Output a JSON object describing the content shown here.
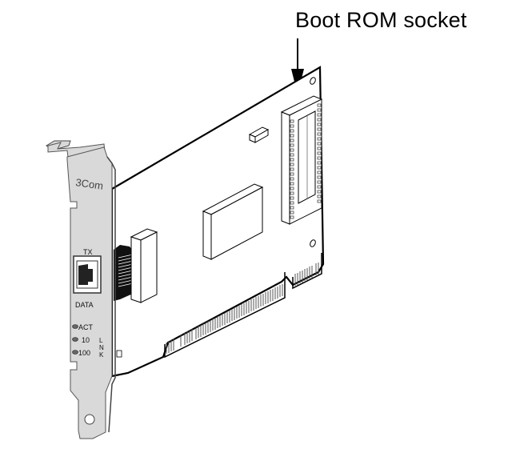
{
  "figure": {
    "subject": "3Com PCI network interface card",
    "callout": {
      "label": "Boot ROM socket",
      "arrow": "down-arrow"
    },
    "bracket": {
      "brand": "3Com",
      "port_top_label": "TX",
      "port_bottom_label": "DATA",
      "leds": [
        {
          "label": "ACT"
        },
        {
          "label": "10"
        },
        {
          "label": "100"
        }
      ],
      "lnk_label": [
        "L",
        "N",
        "K"
      ]
    },
    "colors": {
      "line": "#000000",
      "bracket_fill": "#d9d9d9",
      "background": "#ffffff",
      "connector_dark": "#111111"
    }
  }
}
